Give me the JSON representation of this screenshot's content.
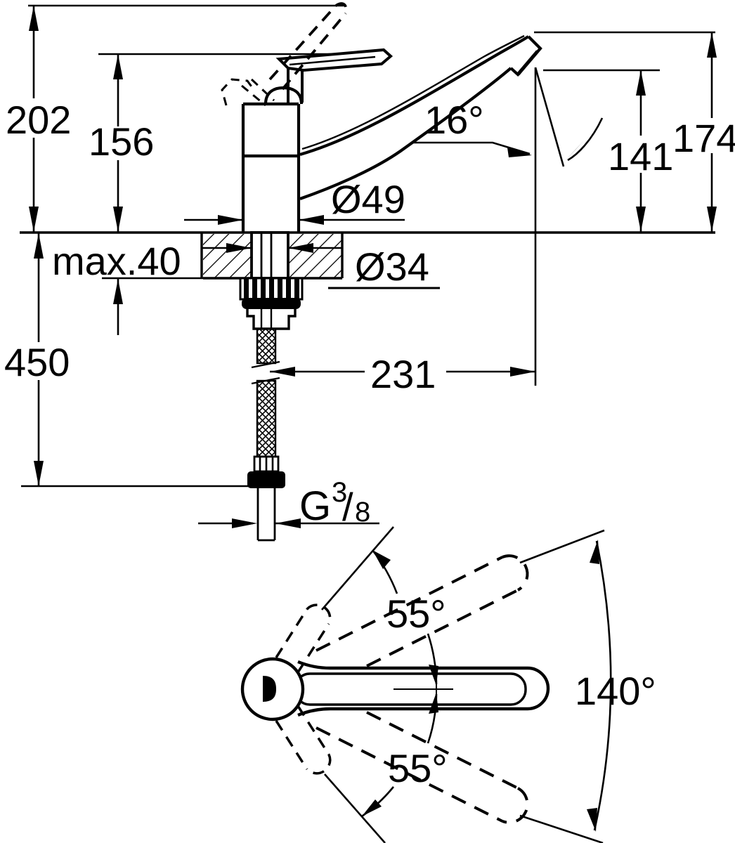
{
  "colors": {
    "ink": "#000000",
    "paper": "#ffffff"
  },
  "side_view": {
    "total_height": "202",
    "faucet_height": "156",
    "mounting_thickness": "max.40",
    "hose_length": "450",
    "base_diameter": "Ø49",
    "shank_diameter": "Ø34",
    "spout_angle": "16°",
    "outlet_height": "141",
    "spout_top_height": "174",
    "spout_reach": "231",
    "thread": {
      "letter": "G",
      "numerator": "3",
      "slash": "/",
      "denominator": "8"
    }
  },
  "top_view": {
    "swivel_upper": "55°",
    "swivel_lower": "55°",
    "swivel_total": "140°"
  }
}
